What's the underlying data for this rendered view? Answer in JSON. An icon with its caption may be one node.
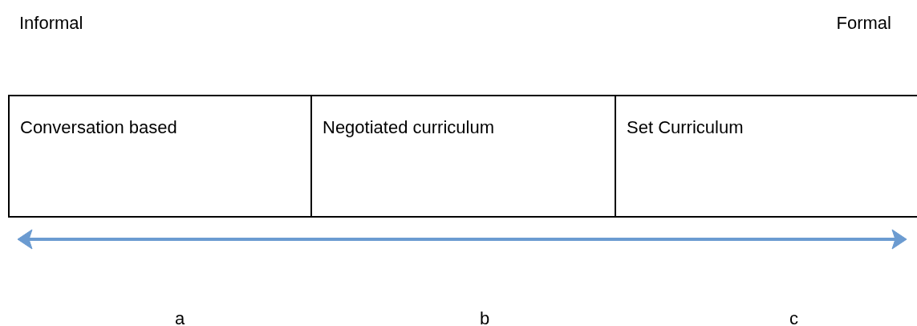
{
  "diagram": {
    "nodes": [
      {
        "text": [
          "Conversation based"
        ]
      },
      {
        "text": [
          "Negotiated curriculum"
        ]
      },
      {
        "text": [
          "Set Curriculum"
        ]
      }
    ],
    "labels": [
      "Informal",
      "Formal",
      "a",
      "b",
      "c"
    ]
  }
}
